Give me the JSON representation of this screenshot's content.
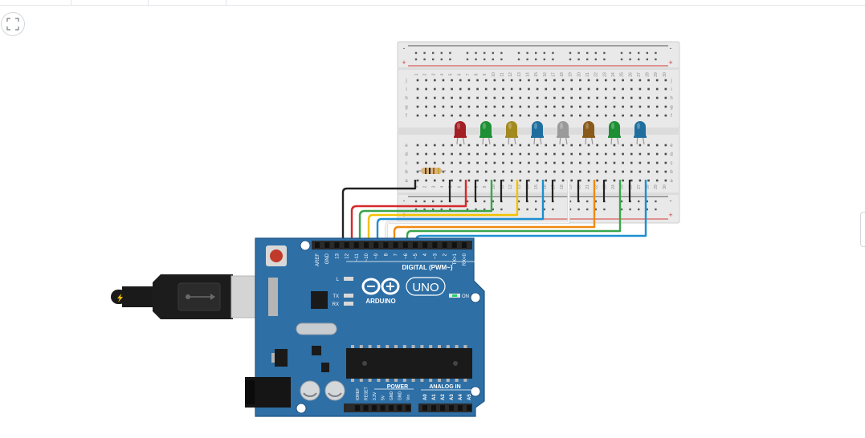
{
  "colors": {
    "board": "#2e6fa6",
    "board_edge": "#1f5584",
    "breadboard": "#e9e9e9",
    "rail_plus": "#d23b3b",
    "rail_minus": "#555555"
  },
  "toolbar": {
    "fit_icon": "fit-to-view-icon"
  },
  "breadboard": {
    "rail_minus": "-",
    "rail_plus": "+",
    "row_letters_top": [
      "j",
      "i",
      "h",
      "g",
      "f"
    ],
    "row_letters_bottom": [
      "e",
      "d",
      "c",
      "b",
      "a"
    ],
    "column_numbers": [
      "1",
      "2",
      "3",
      "4",
      "5",
      "6",
      "7",
      "8",
      "9",
      "10",
      "11",
      "12",
      "13",
      "14",
      "15",
      "16",
      "17",
      "18",
      "19",
      "20",
      "21",
      "22",
      "23",
      "24",
      "25",
      "26",
      "27",
      "28",
      "29",
      "30"
    ]
  },
  "leds": [
    {
      "name": "led-red",
      "color": "#a31f24"
    },
    {
      "name": "led-green",
      "color": "#1f8f36"
    },
    {
      "name": "led-yellow",
      "color": "#a38a1f"
    },
    {
      "name": "led-blue",
      "color": "#1f6f9e"
    },
    {
      "name": "led-white",
      "color": "#9a9a9a"
    },
    {
      "name": "led-orange",
      "color": "#8a5a1a"
    },
    {
      "name": "led-green-2",
      "color": "#1f8f36"
    },
    {
      "name": "led-blue-2",
      "color": "#1f6f9e"
    }
  ],
  "wires": [
    {
      "name": "wire-gnd",
      "color": "#222222"
    },
    {
      "name": "wire-red",
      "color": "#d62828"
    },
    {
      "name": "wire-green",
      "color": "#3aa64a"
    },
    {
      "name": "wire-yellow",
      "color": "#f2c200"
    },
    {
      "name": "wire-blue",
      "color": "#1c8fd1"
    },
    {
      "name": "wire-white",
      "color": "#f4f4f4"
    },
    {
      "name": "wire-orange",
      "color": "#f08a10"
    },
    {
      "name": "wire-green-2",
      "color": "#3aa64a"
    },
    {
      "name": "wire-blue-2",
      "color": "#1c8fd1"
    }
  ],
  "arduino": {
    "logo_text": "ARDUINO",
    "model": "UNO",
    "digital_label": "DIGITAL (PWM~)",
    "power_label": "POWER",
    "analog_label": "ANALOG IN",
    "on_label": "ON",
    "led_l": "L",
    "led_tx": "TX",
    "led_rx": "RX",
    "digital_pins": [
      "AREF",
      "GND",
      "13",
      "12",
      "~11",
      "~10",
      "~9",
      "8",
      "7",
      "~6",
      "~5",
      "4",
      "~3",
      "2",
      "TX>1",
      "RX<0"
    ],
    "power_pins": [
      "IOREF",
      "RESET",
      "3.3V",
      "5V",
      "GND",
      "GND",
      "Vin"
    ],
    "analog_pins": [
      "A0",
      "A1",
      "A2",
      "A3",
      "A4",
      "A5"
    ]
  },
  "usb_cable": {
    "icon": "usb-icon"
  }
}
